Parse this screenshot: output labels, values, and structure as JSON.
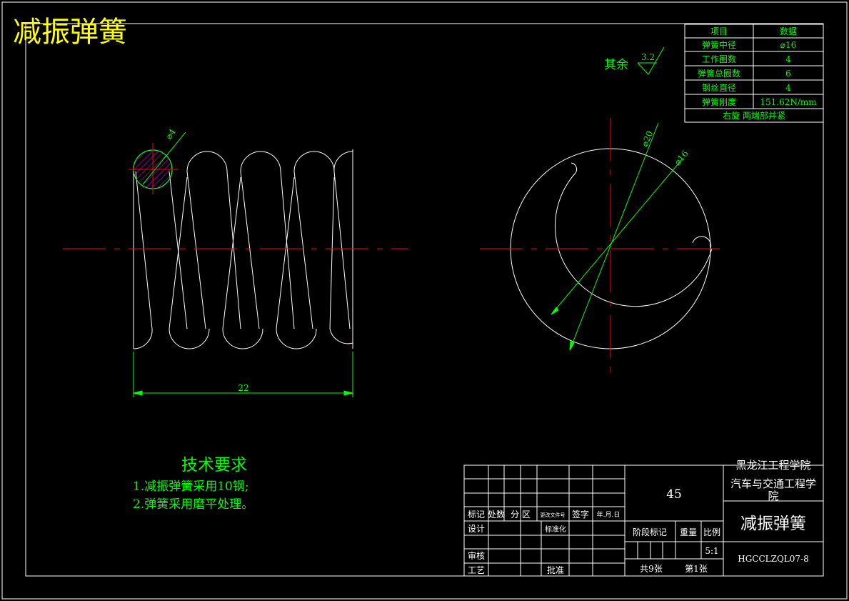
{
  "title": "减振弹簧",
  "surface_roughness": {
    "label": "其余",
    "value": "3.2"
  },
  "params_table": {
    "header": [
      "项目",
      "数据"
    ],
    "rows": [
      [
        "弹簧中径",
        "⌀16"
      ],
      [
        "工作圈数",
        "4"
      ],
      [
        "弹簧总圈数",
        "6"
      ],
      [
        "钢丝直径",
        "4"
      ],
      [
        "弹簧刚度",
        "151.62N/mm"
      ]
    ],
    "footer": "右旋  两端部并紧"
  },
  "dimensions": {
    "wire_dia": "⌀4",
    "length": "22",
    "outer_dia": "⌀20",
    "mean_dia": "⌀16"
  },
  "tech_requirements": {
    "heading": "技术要求",
    "items": [
      "1.减振弹簧采用10钢;",
      "2.弹簧采用磨平处理。"
    ]
  },
  "title_block": {
    "material": "45",
    "school": "黑龙江工程学院",
    "dept_line1": "汽车与交通工程学",
    "dept_line2": "院",
    "part_name": "减振弹簧",
    "drawing_no": "HGCCLZQL07-8",
    "scale_label": "比例",
    "scale": "5:1",
    "stage_label": "阶段标记",
    "weight_label": "重量",
    "sheets_total": "共9张",
    "sheet_no": "第1张",
    "rev_headers": [
      "标记",
      "处数",
      "分 区",
      "更改文件号",
      "签字",
      "年.月.日"
    ],
    "design": "设计",
    "standard": "标准化",
    "check": "审核",
    "process": "工艺",
    "approve": "批准"
  }
}
